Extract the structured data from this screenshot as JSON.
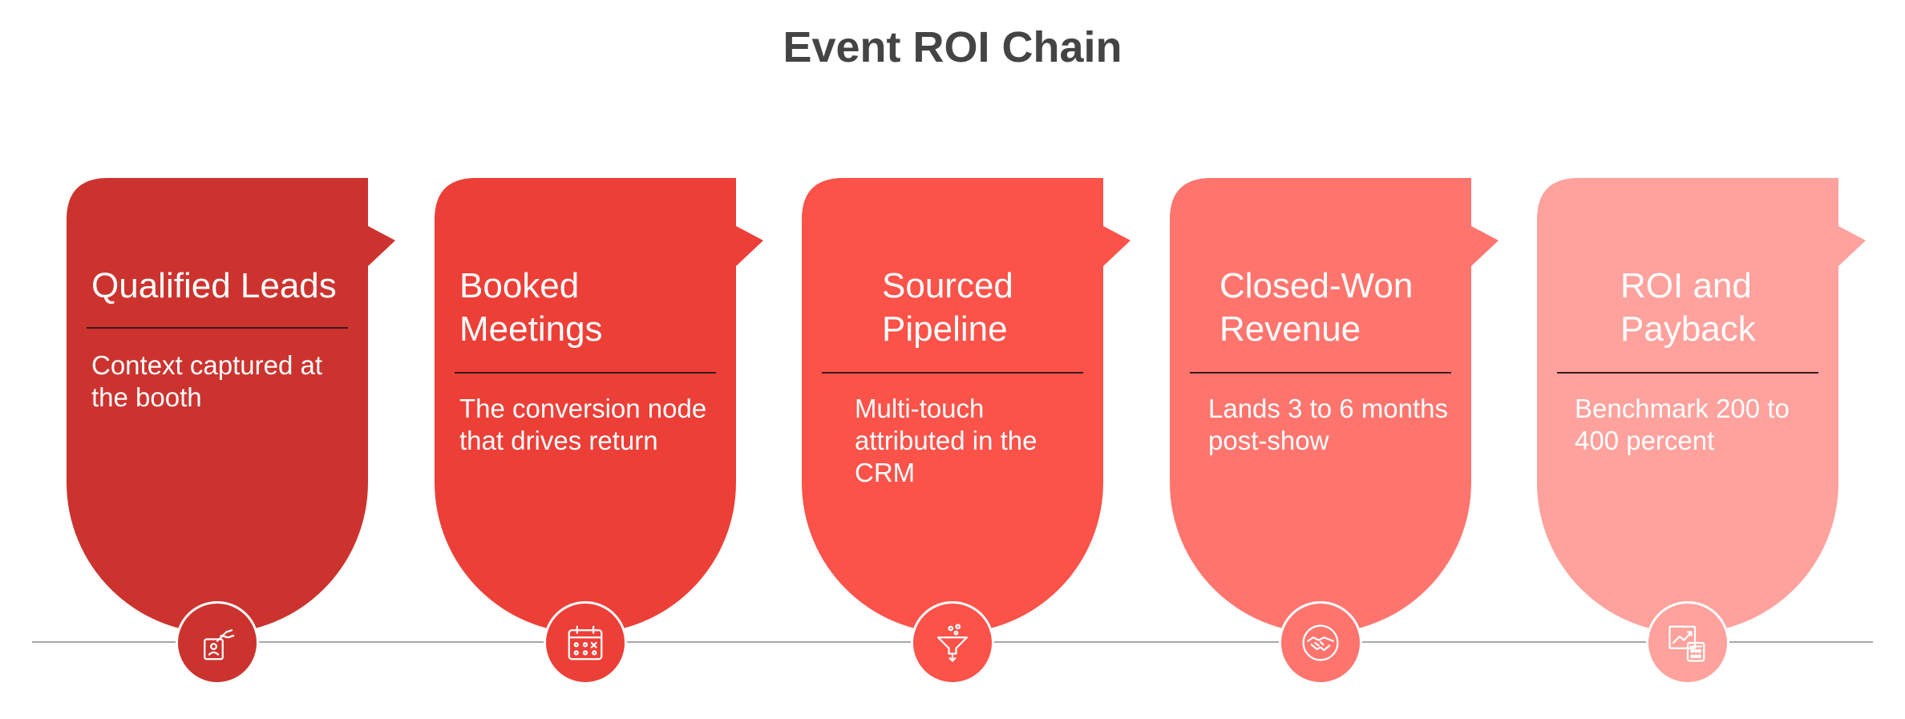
{
  "title": "Event ROI Chain",
  "stages": [
    {
      "title": "Qualified Leads",
      "description": "Context captured at the booth",
      "color": "#cc332e",
      "icon": "lead-badge-icon"
    },
    {
      "title": "Booked Meetings",
      "description": "The conversion node that drives return",
      "color": "#ec3f37",
      "icon": "calendar-icon"
    },
    {
      "title": "Sourced Pipeline",
      "description": "Multi-touch attributed in the CRM",
      "color": "#fb5249",
      "icon": "funnel-icon"
    },
    {
      "title": "Closed-Won Revenue",
      "description": "Lands 3 to 6 months post-show",
      "color": "#ff756e",
      "icon": "handshake-icon"
    },
    {
      "title": "ROI and Payback",
      "description": "Benchmark 200 to 400 percent",
      "color": "#ffa19c",
      "icon": "roi-calculator-icon"
    }
  ]
}
